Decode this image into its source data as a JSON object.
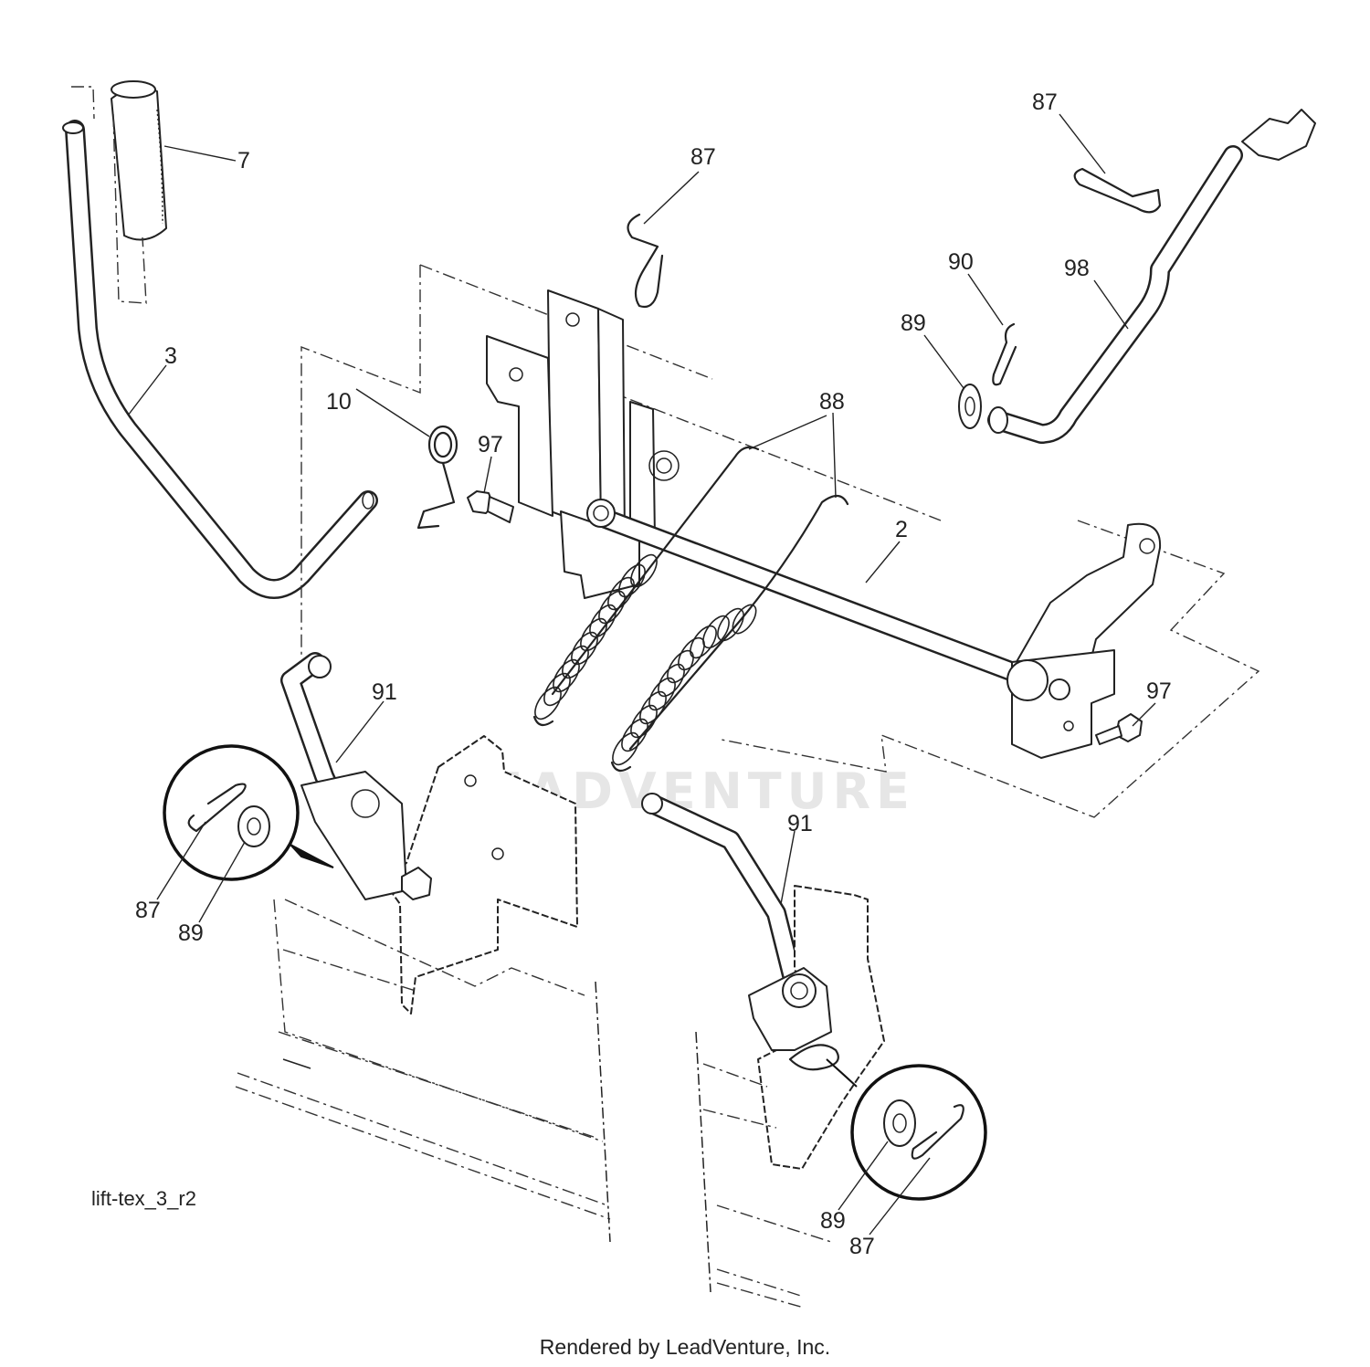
{
  "diagram": {
    "watermark": "LEADVENTURE",
    "reference_code": "lift-tex_3_r2",
    "footer": "Rendered by LeadVenture, Inc.",
    "callouts": [
      {
        "id": "c-7",
        "label": "7"
      },
      {
        "id": "c-3",
        "label": "3"
      },
      {
        "id": "c-10",
        "label": "10"
      },
      {
        "id": "c-97a",
        "label": "97"
      },
      {
        "id": "c-87a",
        "label": "87"
      },
      {
        "id": "c-88",
        "label": "88"
      },
      {
        "id": "c-2",
        "label": "2"
      },
      {
        "id": "c-97b",
        "label": "97"
      },
      {
        "id": "c-87b",
        "label": "87"
      },
      {
        "id": "c-90",
        "label": "90"
      },
      {
        "id": "c-98",
        "label": "98"
      },
      {
        "id": "c-89a",
        "label": "89"
      },
      {
        "id": "c-91a",
        "label": "91"
      },
      {
        "id": "c-87c",
        "label": "87"
      },
      {
        "id": "c-89b",
        "label": "89"
      },
      {
        "id": "c-91b",
        "label": "91"
      },
      {
        "id": "c-89c",
        "label": "89"
      },
      {
        "id": "c-87d",
        "label": "87"
      }
    ]
  }
}
